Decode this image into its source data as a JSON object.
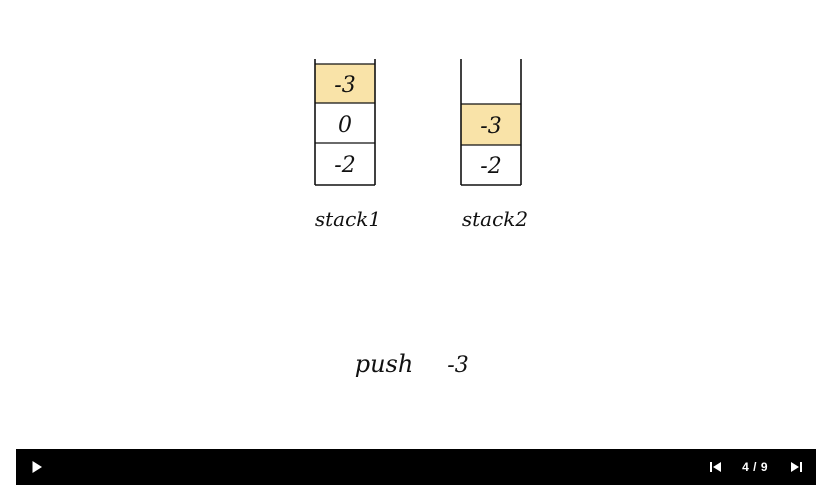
{
  "colors": {
    "highlight": "#f9e3a8",
    "ink": "#111111",
    "bar": "#000000",
    "bar_icon": "#ffffff"
  },
  "stacks": [
    {
      "label": "stack1",
      "cells_top_to_bottom": [
        "-3",
        "0",
        "-2"
      ],
      "highlight_index": 0
    },
    {
      "label": "stack2",
      "cells_top_to_bottom": [
        "-3",
        "-2"
      ],
      "highlight_index": 0
    }
  ],
  "operation": {
    "verb": "push",
    "value": "-3"
  },
  "player": {
    "icons": [
      "play-icon",
      "previous-icon",
      "next-icon"
    ],
    "current_step": 4,
    "total_steps": 9,
    "step_text": "4 / 9"
  }
}
